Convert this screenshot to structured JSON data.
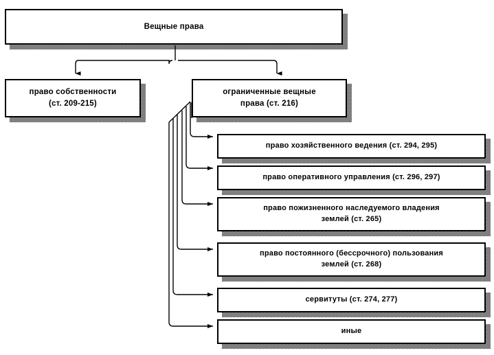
{
  "diagram": {
    "title_box": {
      "label": "Вещные права"
    },
    "level2": [
      {
        "label": "право собственности\n(ст. 209-215)",
        "name": "box-pravo-sobstvennosti"
      },
      {
        "label": "ограниченные вещные\nправа (ст. 216)",
        "name": "box-ogranichennye-veshchnye-prava"
      }
    ],
    "level3": [
      {
        "label": "право хозяйственного ведения (ст. 294, 295)"
      },
      {
        "label": "право оперативного управления (ст. 296, 297)"
      },
      {
        "label": "право пожизненного наследуемого владения\nземлей (ст. 265)"
      },
      {
        "label": "право постоянного (бессрочного) пользования\nземлей (ст. 268)"
      },
      {
        "label": "сервитуты (ст. 274, 277)"
      },
      {
        "label": "иные"
      }
    ],
    "colors": {
      "line": "#000000",
      "box_fill": "#ffffff",
      "text": "#000000",
      "shadow": "#000000"
    }
  }
}
